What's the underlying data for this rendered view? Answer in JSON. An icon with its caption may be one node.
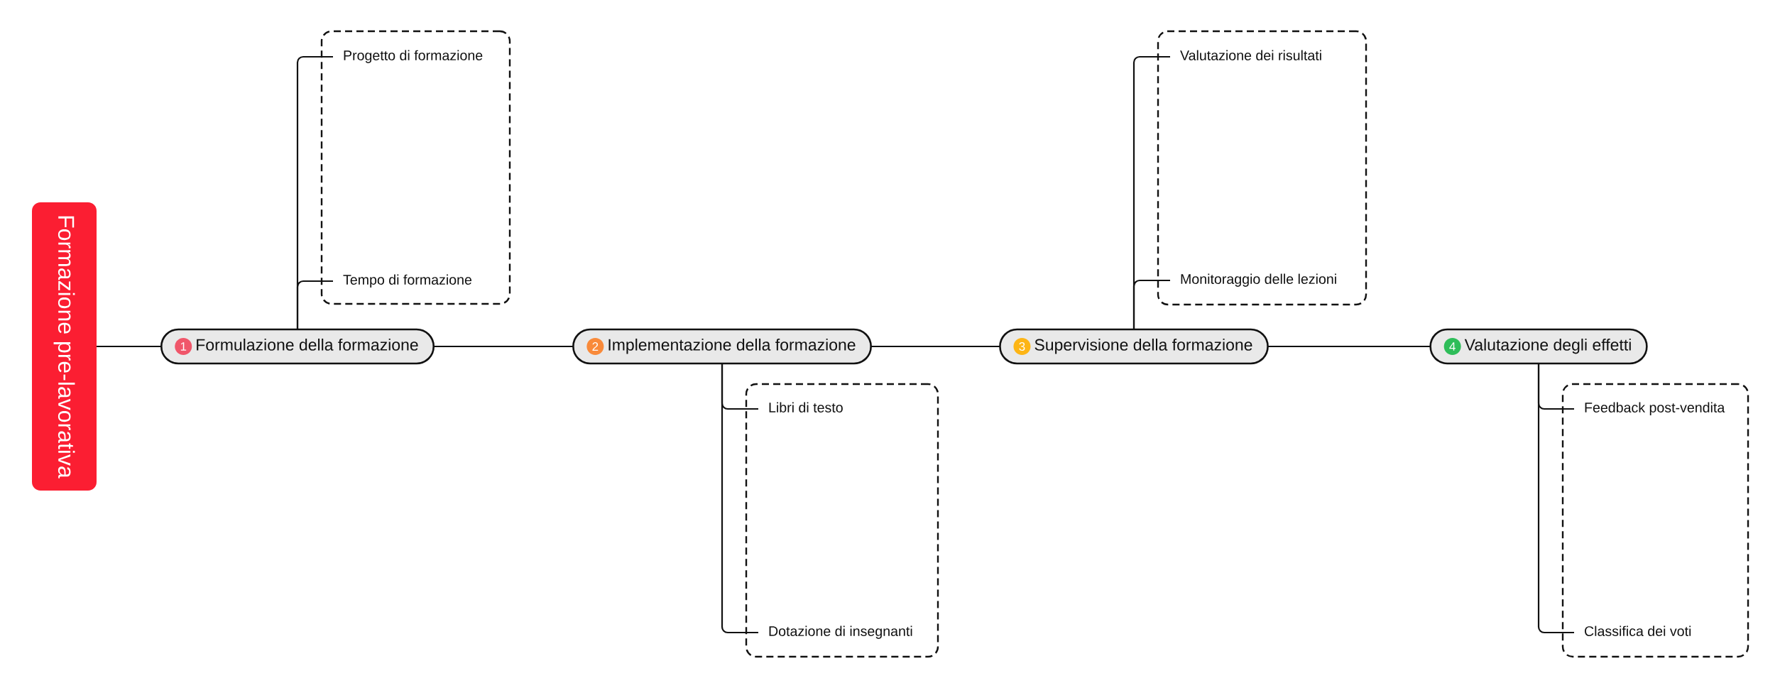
{
  "diagram": {
    "nodes": [
      {
        "text": [
          "Formazione pre-lavorativa"
        ]
      },
      {
        "text": [
          "1",
          "Formulazione della formazione"
        ]
      },
      {
        "text": [],
        "shape": "box"
      },
      {
        "text": [
          "Progetto di formazione"
        ],
        "in": 2
      },
      {
        "text": [
          "Tempo di formazione"
        ],
        "in": 2
      },
      {
        "text": [
          "2",
          "Implementazione della formazione"
        ]
      },
      {
        "text": [],
        "shape": "box"
      },
      {
        "text": [
          "Libri di testo"
        ],
        "in": 6
      },
      {
        "text": [
          "Dotazione di insegnanti"
        ],
        "in": 6
      },
      {
        "text": [
          "3",
          "Supervisione della formazione"
        ]
      },
      {
        "text": [],
        "shape": "box"
      },
      {
        "text": [
          "Valutazione dei risultati"
        ],
        "in": 10
      },
      {
        "text": [
          "Monitoraggio delle lezioni"
        ],
        "in": 10
      },
      {
        "text": [
          "4",
          "Valutazione degli effetti"
        ]
      },
      {
        "text": [],
        "shape": "box"
      },
      {
        "text": [
          "Feedback post-vendita"
        ],
        "in": 14
      },
      {
        "text": [
          "Classifica dei voti"
        ],
        "in": 14
      }
    ],
    "edges": [
      {
        "from": 0,
        "to": 1,
        "arrow": "none"
      },
      {
        "from": 1,
        "to": 5,
        "arrow": "none"
      },
      {
        "from": 5,
        "to": 9,
        "arrow": "none"
      },
      {
        "from": 9,
        "to": 13,
        "arrow": "none"
      },
      {
        "from": 1,
        "to": 3,
        "arrow": "none"
      },
      {
        "from": 1,
        "to": 4,
        "arrow": "none"
      },
      {
        "from": 5,
        "to": 7,
        "arrow": "none"
      },
      {
        "from": 5,
        "to": 8,
        "arrow": "none"
      },
      {
        "from": 9,
        "to": 11,
        "arrow": "none"
      },
      {
        "from": 9,
        "to": 12,
        "arrow": "none"
      },
      {
        "from": 13,
        "to": 15,
        "arrow": "none"
      },
      {
        "from": 13,
        "to": 16,
        "arrow": "none"
      }
    ]
  }
}
